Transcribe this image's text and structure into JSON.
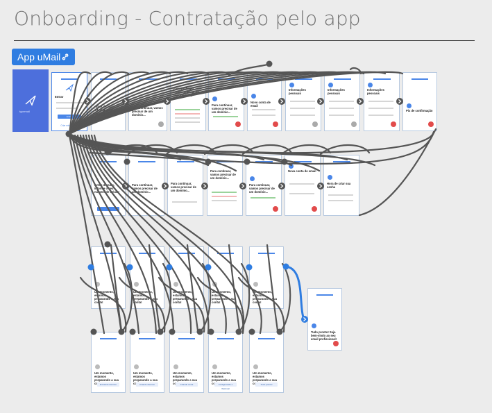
{
  "page": {
    "title": "Onboarding - Contratação pelo app"
  },
  "chip": {
    "label": "App uMail",
    "icon": "link-icon"
  },
  "logo": {
    "brand": "typemail"
  },
  "frames": {
    "r1c1": {
      "title": "Entrar",
      "btn": "Entrar",
      "link": "Criar minha conta"
    },
    "r1c2": {
      "title": "Antes de tudo, informe o seu número de celular"
    },
    "r1c3": {
      "title": "Para continuar, vamos precisar de um domínio..."
    },
    "r1c4": {
      "title": "Para continuar, vamos precisar de um domínio..."
    },
    "r1c5": {
      "title": "Para continuar, vamos precisar de um domínio..."
    },
    "r1c6": {
      "title": "Novo conta de email"
    },
    "r1c7": {
      "title": "Informações pessoais"
    },
    "r1c8": {
      "title": "Informações pessoais"
    },
    "r1c9": {
      "title": "Informações pessoais"
    },
    "r1c10": {
      "title": "Pix de confirmação"
    },
    "r2c1": {
      "title": "Antes de tudo, informe o seu número de celular"
    },
    "r2c2": {
      "title": "Para continuar, vamos precisar de um domínio..."
    },
    "r2c3": {
      "title": "Para continuar, vamos precisar de um domínio..."
    },
    "r2c4": {
      "title": "Para continuar, vamos precisar de um domínio..."
    },
    "r2c5": {
      "title": "Para continuar, vamos precisar de um domínio..."
    },
    "r2c6": {
      "title": "Nova conta de email"
    },
    "r2c7": {
      "title": "Hora de criar sua senha"
    },
    "loading": {
      "title": "Um momento, estamos preparando a sua conta!"
    },
    "final": {
      "title": "Tudo pronto! Seja bem-vindo ao seu email profissional!"
    },
    "r4": [
      {
        "btn": "Enviando domínio"
      },
      {
        "btn": "Criando domínio"
      },
      {
        "btn": "Criando conta"
      },
      {
        "btn": "Configurando o Webmail"
      },
      {
        "btn": "Tudo pronto!"
      }
    ]
  },
  "colors": {
    "accent": "#2f7de1",
    "wire": "#555555",
    "selected_wire": "#2f7de1"
  }
}
